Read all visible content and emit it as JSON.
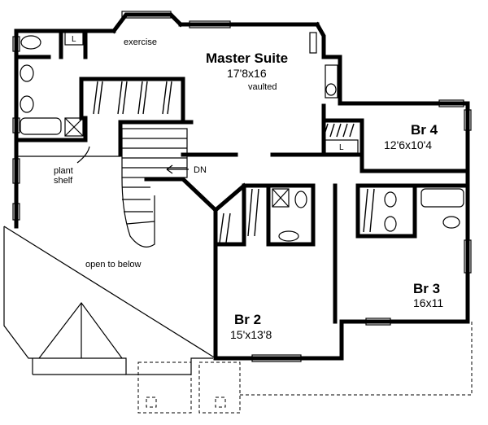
{
  "rooms": {
    "master": {
      "name": "Master Suite",
      "dims": "17'8x16",
      "note": "vaulted"
    },
    "br4": {
      "name": "Br 4",
      "dims": "12'6x10'4"
    },
    "br3": {
      "name": "Br 3",
      "dims": "16x11"
    },
    "br2": {
      "name": "Br 2",
      "dims": "15'x13'8"
    }
  },
  "labels": {
    "exercise": "exercise",
    "plant_shelf_1": "plant",
    "plant_shelf_2": "shelf",
    "stair_dn": "DN",
    "open_to_below": "open to below",
    "linen_1": "L",
    "linen_2": "L"
  }
}
